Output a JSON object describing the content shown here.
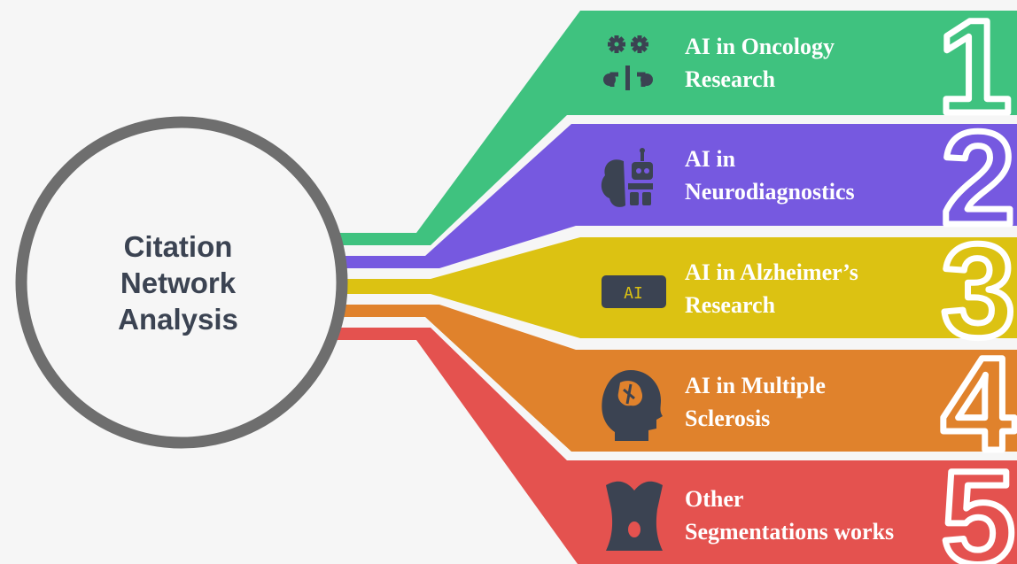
{
  "center": {
    "lines": [
      "Citation",
      "Network",
      "Analysis"
    ]
  },
  "items": [
    {
      "number": "1",
      "lines": [
        "AI in Oncology",
        "Research"
      ],
      "color": "#3fc27f",
      "icon": "gears-circuit-icon"
    },
    {
      "number": "2",
      "lines": [
        "AI in",
        "Neurodiagnostics"
      ],
      "color": "#7659e0",
      "icon": "brain-robot-icon"
    },
    {
      "number": "3",
      "lines": [
        "AI in Alzheimer’s",
        "Research"
      ],
      "color": "#dcc212",
      "icon": "ai-chip-icon",
      "icon_text": "AI"
    },
    {
      "number": "4",
      "lines": [
        "AI in Multiple",
        "Sclerosis"
      ],
      "color": "#e0822c",
      "icon": "head-brain-icon"
    },
    {
      "number": "5",
      "lines": [
        "Other",
        "Segmentations works"
      ],
      "color": "#e4524f",
      "icon": "torso-icon"
    }
  ],
  "colors": {
    "ring": "#6e6e6e",
    "center_text": "#3b4352",
    "icon": "#3b4352",
    "background": "#f6f6f6"
  }
}
